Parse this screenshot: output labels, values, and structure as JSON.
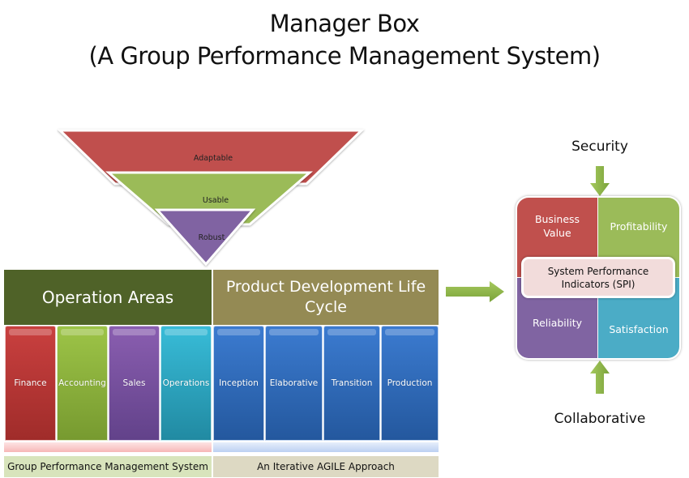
{
  "title": {
    "line1": "Manager Box",
    "line2": "(A Group Performance Management System)"
  },
  "funnel": {
    "layers": [
      {
        "label": "Adaptable",
        "color": "#c0504d"
      },
      {
        "label": "Usable",
        "color": "#9bbb59"
      },
      {
        "label": "Robust",
        "color": "#8064a2"
      }
    ]
  },
  "operation_areas": {
    "header": "Operation Areas",
    "header_color": "#4f6228",
    "columns": [
      {
        "label": "Finance",
        "color": "#c0504d"
      },
      {
        "label": "Accounting",
        "color": "#9bbb59"
      },
      {
        "label": "Sales",
        "color": "#8064a2"
      },
      {
        "label": "Operations",
        "color": "#4bacc6"
      }
    ],
    "footer": "Group Performance Management System"
  },
  "pdlc": {
    "header": "Product Development Life Cycle",
    "header_color": "#948a54",
    "columns": [
      {
        "label": "Inception",
        "color": "#2e6bbf"
      },
      {
        "label": "Elaborative",
        "color": "#2e6bbf"
      },
      {
        "label": "Transition",
        "color": "#2e6bbf"
      },
      {
        "label": "Production",
        "color": "#2e6bbf"
      }
    ],
    "footer": "An Iterative AGILE Approach"
  },
  "spi": {
    "top_label": "Security",
    "bottom_label": "Collaborative",
    "center": "System Performance Indicators (SPI)",
    "quadrants": {
      "top_left": "Business Value",
      "top_right": "Profitability",
      "bottom_left": "Reliability",
      "bottom_right": "Satisfaction"
    }
  },
  "arrow_color": "#8fb24a"
}
